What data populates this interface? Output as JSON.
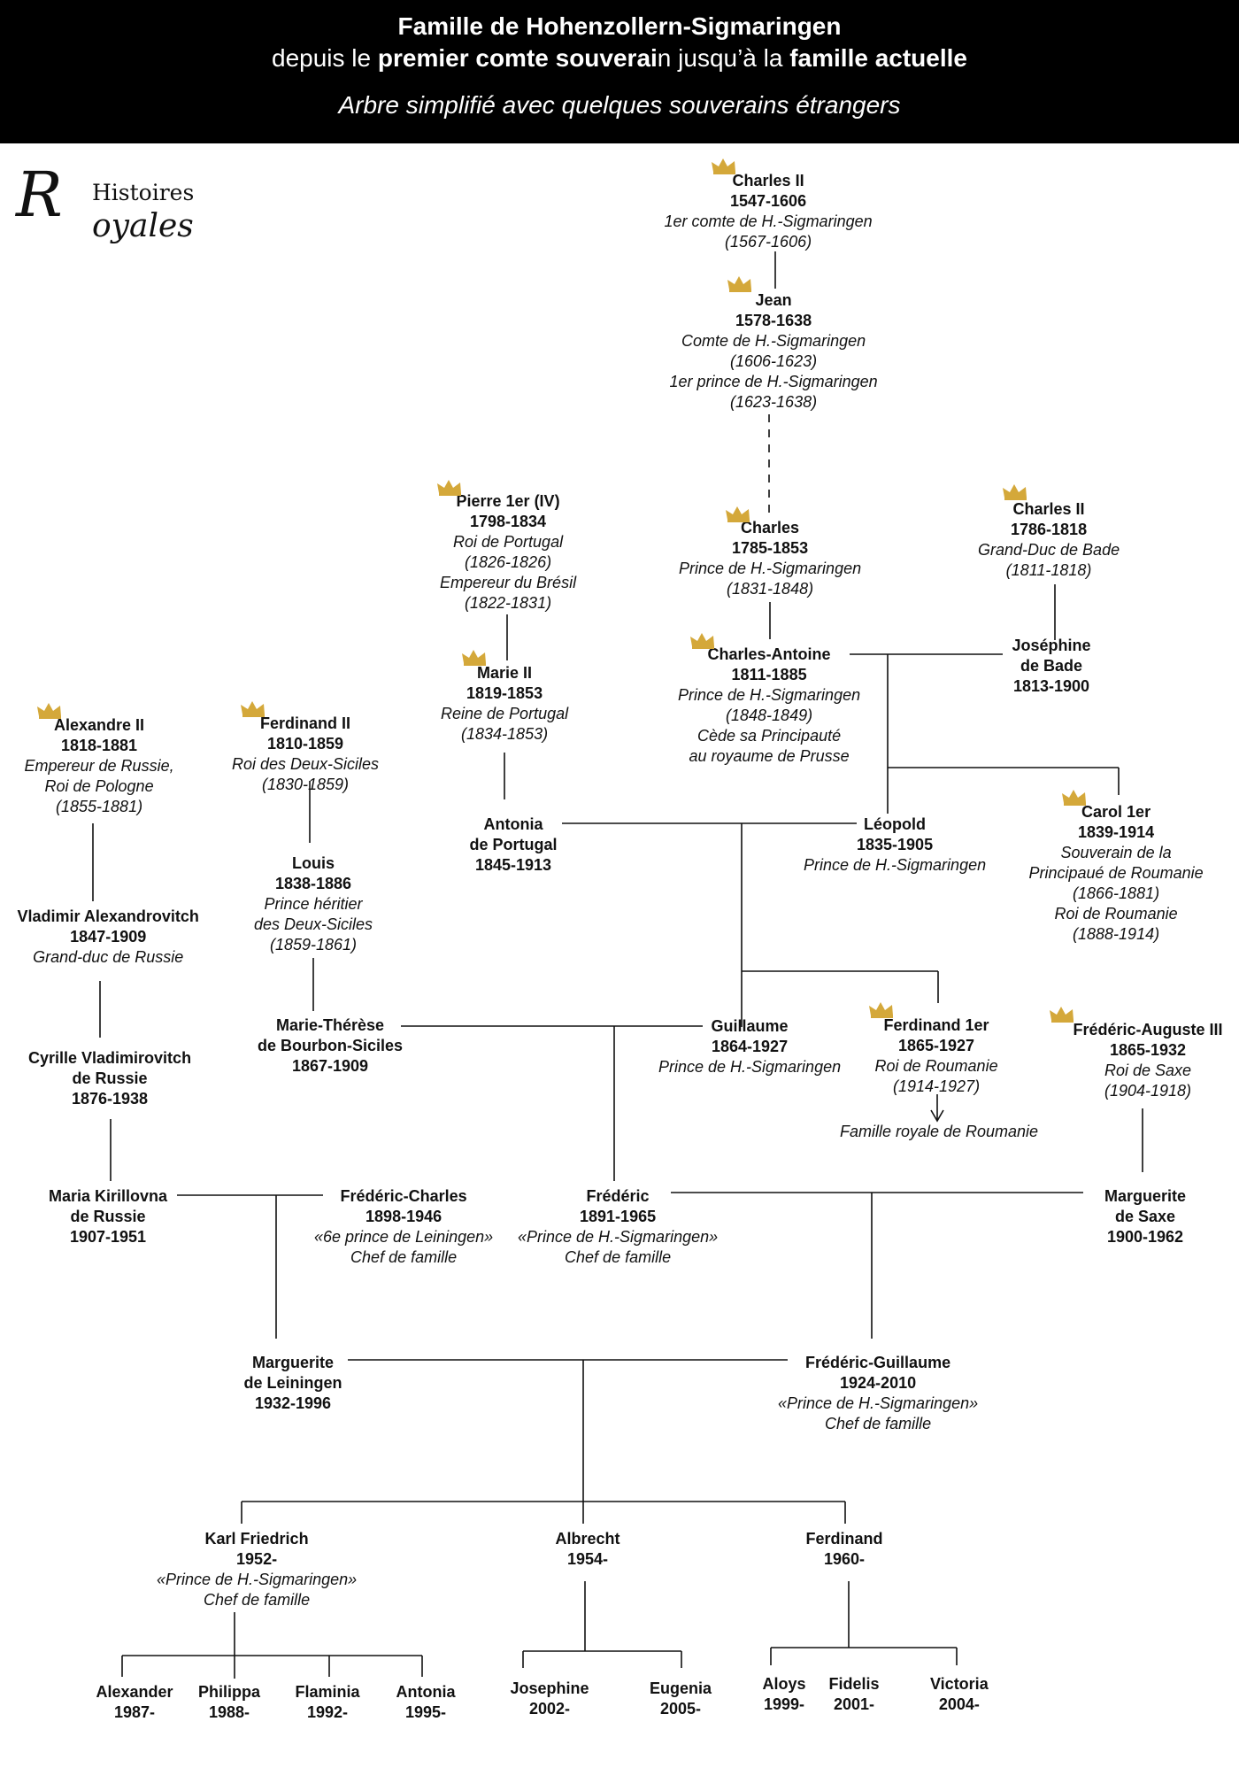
{
  "header": {
    "line1": "Famille de Hohenzollern-Sigmaringen",
    "line2_a": "depuis le ",
    "line2_b": "premier comte souverai",
    "line2_c": "n jusqu’à la ",
    "line2_d": "famille actuelle",
    "line3": "Arbre simplifié avec quelques souverains étrangers"
  },
  "logo": {
    "initial_r": "R",
    "word1": "Histoires",
    "word2": "oyales"
  },
  "colors": {
    "background": "#ffffff",
    "header_bg": "#000000",
    "text": "#111111",
    "crown_gold": "#d4a83a"
  },
  "crown_icon": "crown-icon",
  "persons": {
    "charles2": {
      "name": "Charles II",
      "dates": "1547-1606",
      "roles": [
        "1er comte de H.-Sigmaringen",
        "(1567-1606)"
      ]
    },
    "jean": {
      "name": "Jean",
      "dates": "1578-1638",
      "roles": [
        "Comte de H.-Sigmaringen",
        "(1606-1623)",
        "1er prince de H.-Sigmaringen",
        "(1623-1638)"
      ]
    },
    "pierre": {
      "name": "Pierre 1er (IV)",
      "dates": "1798-1834",
      "roles": [
        "Roi de Portugal",
        "(1826-1826)",
        "Empereur du Brésil",
        "(1822-1831)"
      ]
    },
    "charles1785": {
      "name": "Charles",
      "dates": "1785-1853",
      "roles": [
        "Prince de H.-Sigmaringen",
        "(1831-1848)"
      ]
    },
    "charles2bade": {
      "name": "Charles II",
      "dates": "1786-1818",
      "roles": [
        "Grand-Duc de Bade",
        "(1811-1818)"
      ]
    },
    "marie2": {
      "name": "Marie II",
      "dates": "1819-1853",
      "roles": [
        "Reine de Portugal",
        "(1834-1853)"
      ]
    },
    "charlesantoine": {
      "name": "Charles-Antoine",
      "dates": "1811-1885",
      "roles": [
        "Prince de H.-Sigmaringen",
        "(1848-1849)",
        "Cède sa Principauté",
        "au royaume de Prusse"
      ]
    },
    "josephine": {
      "name": "Joséphine",
      "name2": "de Bade",
      "dates": "1813-1900",
      "roles": []
    },
    "alexandre": {
      "name": "Alexandre II",
      "dates": "1818-1881",
      "roles": [
        "Empereur de Russie,",
        "Roi de Pologne",
        "(1855-1881)"
      ]
    },
    "ferdinand2": {
      "name": "Ferdinand II",
      "dates": "1810-1859",
      "roles": [
        "Roi des Deux-Siciles",
        "(1830-1859)"
      ]
    },
    "antonia": {
      "name": "Antonia",
      "name2": "de Portugal",
      "dates": "1845-1913",
      "roles": []
    },
    "leopold": {
      "name": "Léopold",
      "dates": "1835-1905",
      "roles": [
        "Prince de H.-Sigmaringen"
      ]
    },
    "carol": {
      "name": "Carol 1er",
      "dates": "1839-1914",
      "roles": [
        "Souverain de la",
        "Principaué de Roumanie",
        "(1866-1881)",
        "Roi de Roumanie",
        "(1888-1914)"
      ]
    },
    "louis": {
      "name": "Louis",
      "dates": "1838-1886",
      "roles": [
        "Prince héritier",
        "des Deux-Siciles",
        "(1859-1861)"
      ]
    },
    "vladimir": {
      "name": "Vladimir Alexandrovitch",
      "dates": "1847-1909",
      "roles": [
        "Grand-duc de Russie"
      ]
    },
    "mariatherese": {
      "name": "Marie-Thérèse",
      "name2": "de Bourbon-Siciles",
      "dates": "1867-1909",
      "roles": []
    },
    "guillaume": {
      "name": "Guillaume",
      "dates": "1864-1927",
      "roles": [
        "Prince de H.-Sigmaringen"
      ]
    },
    "ferdinand1": {
      "name": "Ferdinand 1er",
      "dates": "1865-1927",
      "roles": [
        "Roi de Roumanie",
        "(1914-1927)"
      ]
    },
    "fredaugust": {
      "name": "Frédéric-Auguste III",
      "dates": "1865-1932",
      "roles": [
        "Roi de Saxe",
        "(1904-1918)"
      ]
    },
    "cyrille": {
      "name": "Cyrille Vladimirovitch",
      "name2": "de Russie",
      "dates": "1876-1938",
      "roles": []
    },
    "maria": {
      "name": "Maria Kirillovna",
      "name2": "de Russie",
      "dates": "1907-1951",
      "roles": []
    },
    "fredcharles": {
      "name": "Frédéric-Charles",
      "dates": "1898-1946",
      "roles": [
        "«6e prince de Leiningen»",
        "Chef de famille"
      ]
    },
    "frederic": {
      "name": "Frédéric",
      "dates": "1891-1965",
      "roles": [
        "«Prince de H.-Sigmaringen»",
        "Chef de famille"
      ]
    },
    "marguerite_saxe": {
      "name": "Marguerite",
      "name2": "de Saxe",
      "dates": "1900-1962",
      "roles": []
    },
    "marguerite_lein": {
      "name": "Marguerite",
      "name2": "de Leiningen",
      "dates": "1932-1996",
      "roles": []
    },
    "fredguillaume": {
      "name": "Frédéric-Guillaume",
      "dates": "1924-2010",
      "roles": [
        "«Prince de H.-Sigmaringen»",
        "Chef de famille"
      ]
    },
    "karl": {
      "name": "Karl Friedrich",
      "dates": "1952-",
      "roles": [
        "«Prince de H.-Sigmaringen»",
        "Chef de famille"
      ]
    },
    "albrecht": {
      "name": "Albrecht",
      "dates": "1954-",
      "roles": []
    },
    "ferdinand1960": {
      "name": "Ferdinand",
      "dates": "1960-",
      "roles": []
    },
    "alexander": {
      "name": "Alexander",
      "dates": "1987-",
      "roles": []
    },
    "philippa": {
      "name": "Philippa",
      "dates": "1988-",
      "roles": []
    },
    "flaminia": {
      "name": "Flaminia",
      "dates": "1992-",
      "roles": []
    },
    "antonia1995": {
      "name": "Antonia",
      "dates": "1995-",
      "roles": []
    },
    "josephine2002": {
      "name": "Josephine",
      "dates": "2002-",
      "roles": []
    },
    "eugenia": {
      "name": "Eugenia",
      "dates": "2005-",
      "roles": []
    },
    "aloys": {
      "name": "Aloys",
      "dates": "1999-",
      "roles": []
    },
    "fidelis": {
      "name": "Fidelis",
      "dates": "2001-",
      "roles": []
    },
    "victoria": {
      "name": "Victoria",
      "dates": "2004-",
      "roles": []
    }
  },
  "notes": {
    "roumanie": "Famille royale de Roumanie"
  }
}
